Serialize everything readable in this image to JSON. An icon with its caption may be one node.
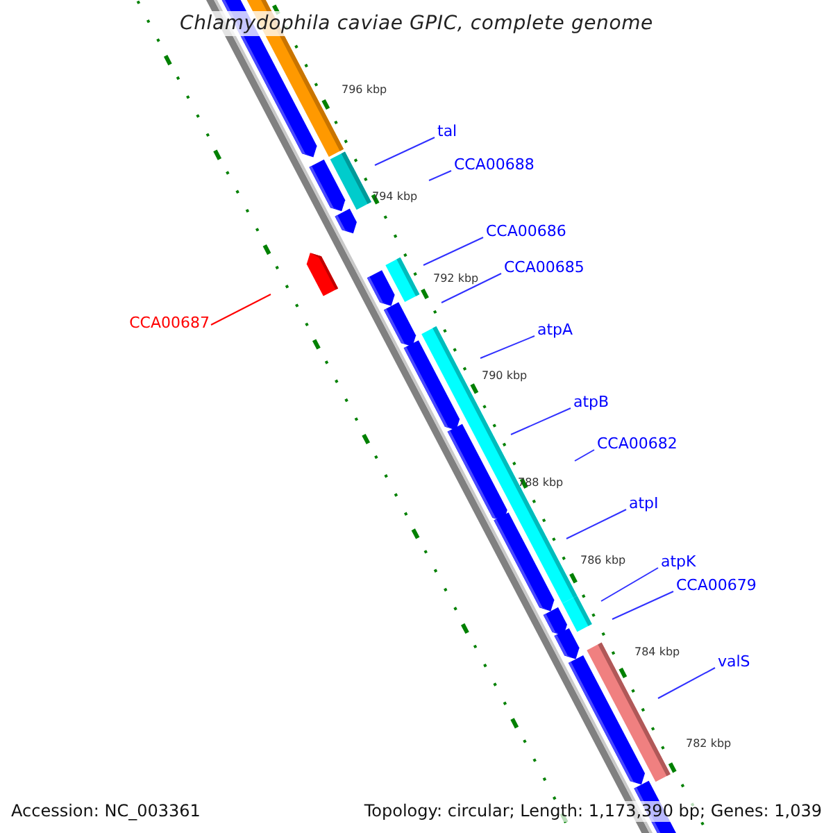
{
  "diagram": {
    "title": "Chlamydophila caviae GPIC, complete genome",
    "nodes": [
      {
        "text": [
          "tal"
        ]
      },
      {
        "text": [
          "CCA00688"
        ]
      },
      {
        "text": [
          "CCA00686"
        ]
      },
      {
        "text": [
          "CCA00685"
        ]
      },
      {
        "text": [
          "CCA00687"
        ]
      },
      {
        "text": [
          "atpA"
        ]
      },
      {
        "text": [
          "atpB"
        ]
      },
      {
        "text": [
          "CCA00682"
        ]
      },
      {
        "text": [
          "atpI"
        ]
      },
      {
        "text": [
          "atpK"
        ]
      },
      {
        "text": [
          "CCA00679"
        ]
      },
      {
        "text": [
          "valS"
        ]
      }
    ],
    "edges": [
      {
        "from": 0,
        "to": null,
        "arrow": "none"
      },
      {
        "from": 1,
        "to": null,
        "arrow": "none"
      },
      {
        "from": 2,
        "to": null,
        "arrow": "none"
      },
      {
        "from": 3,
        "to": null,
        "arrow": "none"
      },
      {
        "from": 4,
        "to": null,
        "arrow": "none",
        "color": "#ff0000"
      },
      {
        "from": 5,
        "to": null,
        "arrow": "none"
      },
      {
        "from": 6,
        "to": null,
        "arrow": "none"
      },
      {
        "from": 7,
        "to": null,
        "arrow": "none"
      },
      {
        "from": 8,
        "to": null,
        "arrow": "none"
      },
      {
        "from": 9,
        "to": null,
        "arrow": "none"
      },
      {
        "from": 10,
        "to": null,
        "arrow": "none"
      },
      {
        "from": 11,
        "to": null,
        "arrow": "none"
      }
    ],
    "labels": [
      "796 kbp",
      "794 kbp",
      "792 kbp",
      "790 kbp",
      "788 kbp",
      "786 kbp",
      "784 kbp",
      "782 kbp",
      "Accession: NC_003361",
      "Topology: circular; Length: 1,173,390 bp; Genes: 1,039"
    ]
  }
}
